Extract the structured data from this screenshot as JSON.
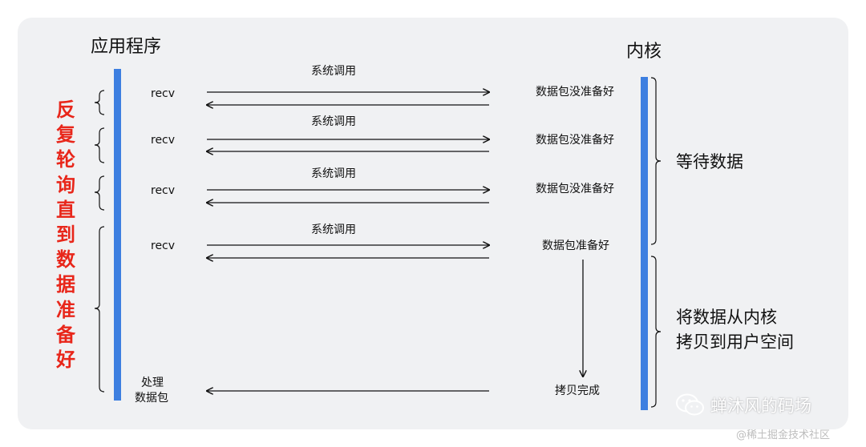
{
  "labels": {
    "app_title": "应用程序",
    "kernel_title": "内核",
    "left_note": "反复轮询直到数据准备好",
    "syscall": [
      "系统调用",
      "系统调用",
      "系统调用",
      "系统调用"
    ],
    "recv": [
      "recv",
      "recv",
      "recv",
      "recv"
    ],
    "kernel_status": [
      "数据包没准备好",
      "数据包没准备好",
      "数据包没准备好",
      "数据包准备好"
    ],
    "copy_done": "拷贝完成",
    "process_line1": "处理",
    "process_line2": "数据包",
    "phase_wait": "等待数据",
    "phase_copy_line1": "将数据从内核",
    "phase_copy_line2": "拷贝到用户空间"
  },
  "watermark": {
    "wechat_name": "蝉沐风的码场",
    "footer": "@稀土掘金技术社区"
  },
  "colors": {
    "bar": "#3d7fe0",
    "highlight": "#e8261a",
    "panel": "#f0f1f3"
  }
}
